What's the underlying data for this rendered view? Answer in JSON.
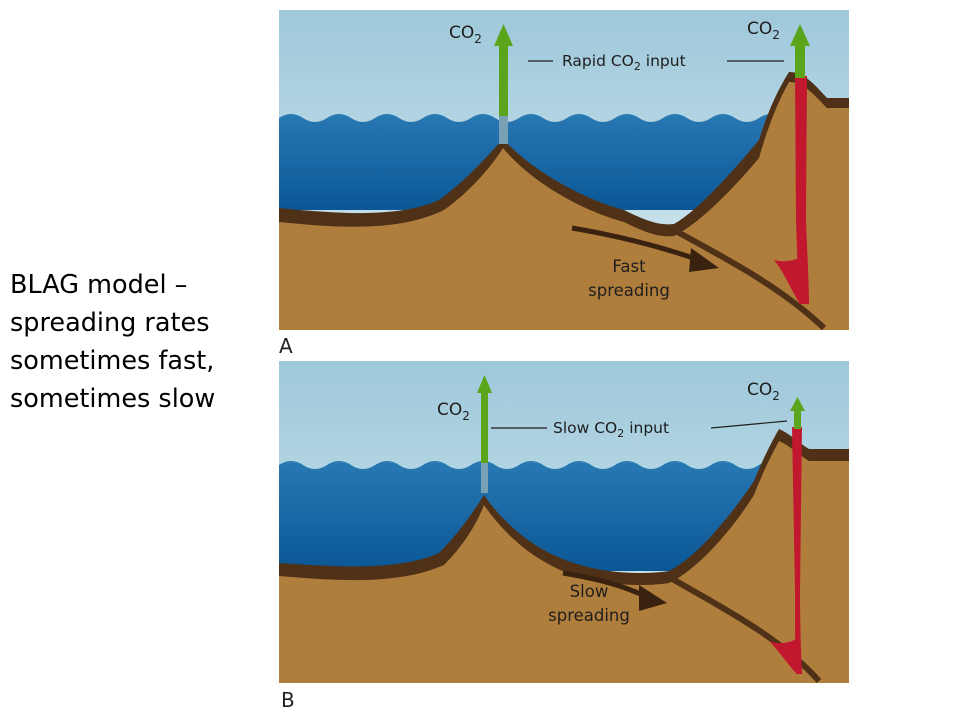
{
  "caption": {
    "lines": [
      "BLAG model –",
      "spreading rates",
      "sometimes fast,",
      "sometimes slow"
    ]
  },
  "panel_a": {
    "letter": "A",
    "ridge_co2": "CO",
    "arc_co2": "CO",
    "co2_subscript": "2",
    "input_label_pre": "Rapid CO",
    "input_label_post": " input",
    "spreading_line1": "Fast",
    "spreading_line2": "spreading"
  },
  "panel_b": {
    "letter": "B",
    "ridge_co2": "CO",
    "arc_co2": "CO",
    "co2_subscript": "2",
    "input_label_pre": "Slow CO",
    "input_label_post": " input",
    "spreading_line1": "Slow",
    "spreading_line2": "spreading"
  },
  "colors": {
    "sky_top": "#9ec8da",
    "sky_bottom": "#d9ecf3",
    "ocean_top": "#2878b3",
    "ocean_bottom": "#0b5796",
    "crust": "#b07e3c",
    "crust_shadow": "#4f3118",
    "co2_arrow": "#5aa51c",
    "magma": "#c2182f",
    "flow_arrow": "#3a2210"
  }
}
